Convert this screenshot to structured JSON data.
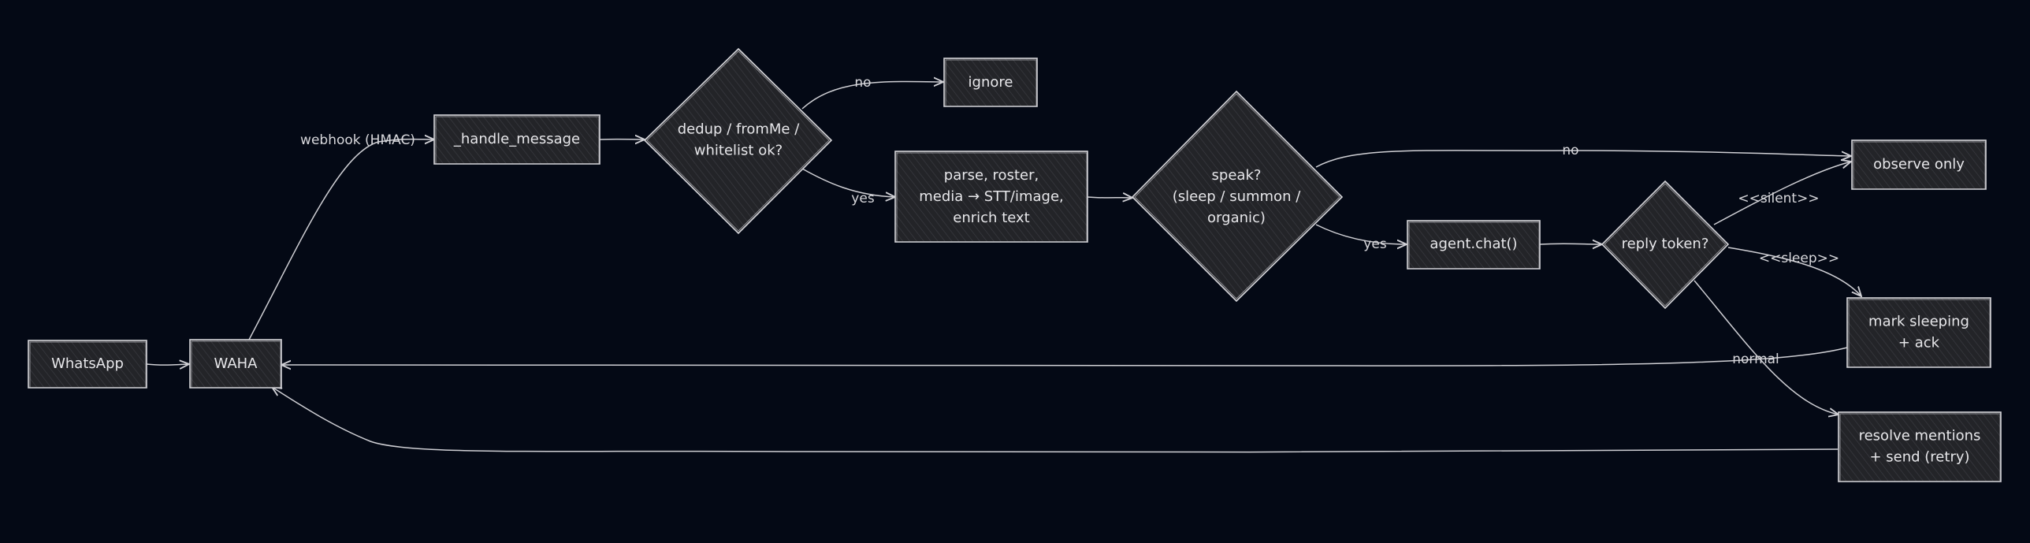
{
  "diagram": {
    "nodes": [
      {
        "id": "whatsapp",
        "shape": "rect",
        "label": [
          "WhatsApp"
        ]
      },
      {
        "id": "waha",
        "shape": "rect",
        "label": [
          "WAHA"
        ]
      },
      {
        "id": "handle_message",
        "shape": "rect",
        "label": [
          "_handle_message"
        ]
      },
      {
        "id": "dedup",
        "shape": "diamond",
        "label": [
          "dedup / fromMe /",
          "whitelist ok?"
        ]
      },
      {
        "id": "ignore",
        "shape": "rect",
        "label": [
          "ignore"
        ]
      },
      {
        "id": "parse",
        "shape": "rect",
        "label": [
          "parse, roster,",
          "media → STT/image,",
          "enrich text"
        ]
      },
      {
        "id": "speak",
        "shape": "diamond",
        "label": [
          "speak?",
          "(sleep / summon /",
          "organic)"
        ]
      },
      {
        "id": "agent_chat",
        "shape": "rect",
        "label": [
          "agent.chat()"
        ]
      },
      {
        "id": "reply_token",
        "shape": "diamond",
        "label": [
          "reply token?"
        ]
      },
      {
        "id": "observe_only",
        "shape": "rect",
        "label": [
          "observe only"
        ]
      },
      {
        "id": "mark_sleeping",
        "shape": "rect",
        "label": [
          "mark sleeping",
          "+ ack"
        ]
      },
      {
        "id": "resolve_mentions",
        "shape": "rect",
        "label": [
          "resolve mentions",
          "+ send (retry)"
        ]
      }
    ],
    "edges": [
      {
        "id": "e-whatsapp-waha",
        "from": "whatsapp",
        "to": "waha",
        "label": ""
      },
      {
        "id": "e-waha-handle",
        "from": "waha",
        "to": "handle_message",
        "label": "webhook (HMAC)"
      },
      {
        "id": "e-handle-dedup",
        "from": "handle_message",
        "to": "dedup",
        "label": ""
      },
      {
        "id": "e-dedup-ignore",
        "from": "dedup",
        "to": "ignore",
        "label": "no"
      },
      {
        "id": "e-dedup-parse",
        "from": "dedup",
        "to": "parse",
        "label": "yes"
      },
      {
        "id": "e-parse-speak",
        "from": "parse",
        "to": "speak",
        "label": ""
      },
      {
        "id": "e-speak-observe",
        "from": "speak",
        "to": "observe_only",
        "label": "no"
      },
      {
        "id": "e-speak-agent",
        "from": "speak",
        "to": "agent_chat",
        "label": "yes"
      },
      {
        "id": "e-agent-reply",
        "from": "agent_chat",
        "to": "reply_token",
        "label": ""
      },
      {
        "id": "e-reply-observe",
        "from": "reply_token",
        "to": "observe_only",
        "label": "<<silent>>"
      },
      {
        "id": "e-reply-sleep",
        "from": "reply_token",
        "to": "mark_sleeping",
        "label": "<<sleep>>"
      },
      {
        "id": "e-reply-resolve",
        "from": "reply_token",
        "to": "resolve_mentions",
        "label": "normal"
      },
      {
        "id": "e-sleep-waha",
        "from": "mark_sleeping",
        "to": "waha",
        "label": ""
      },
      {
        "id": "e-resolve-waha",
        "from": "resolve_mentions",
        "to": "waha",
        "label": ""
      }
    ]
  },
  "colors": {
    "background": "#040915",
    "node_fill": "#232428",
    "stroke": "#d6d6da",
    "text": "#e7e7ea",
    "hatch": "#3b3c42"
  }
}
